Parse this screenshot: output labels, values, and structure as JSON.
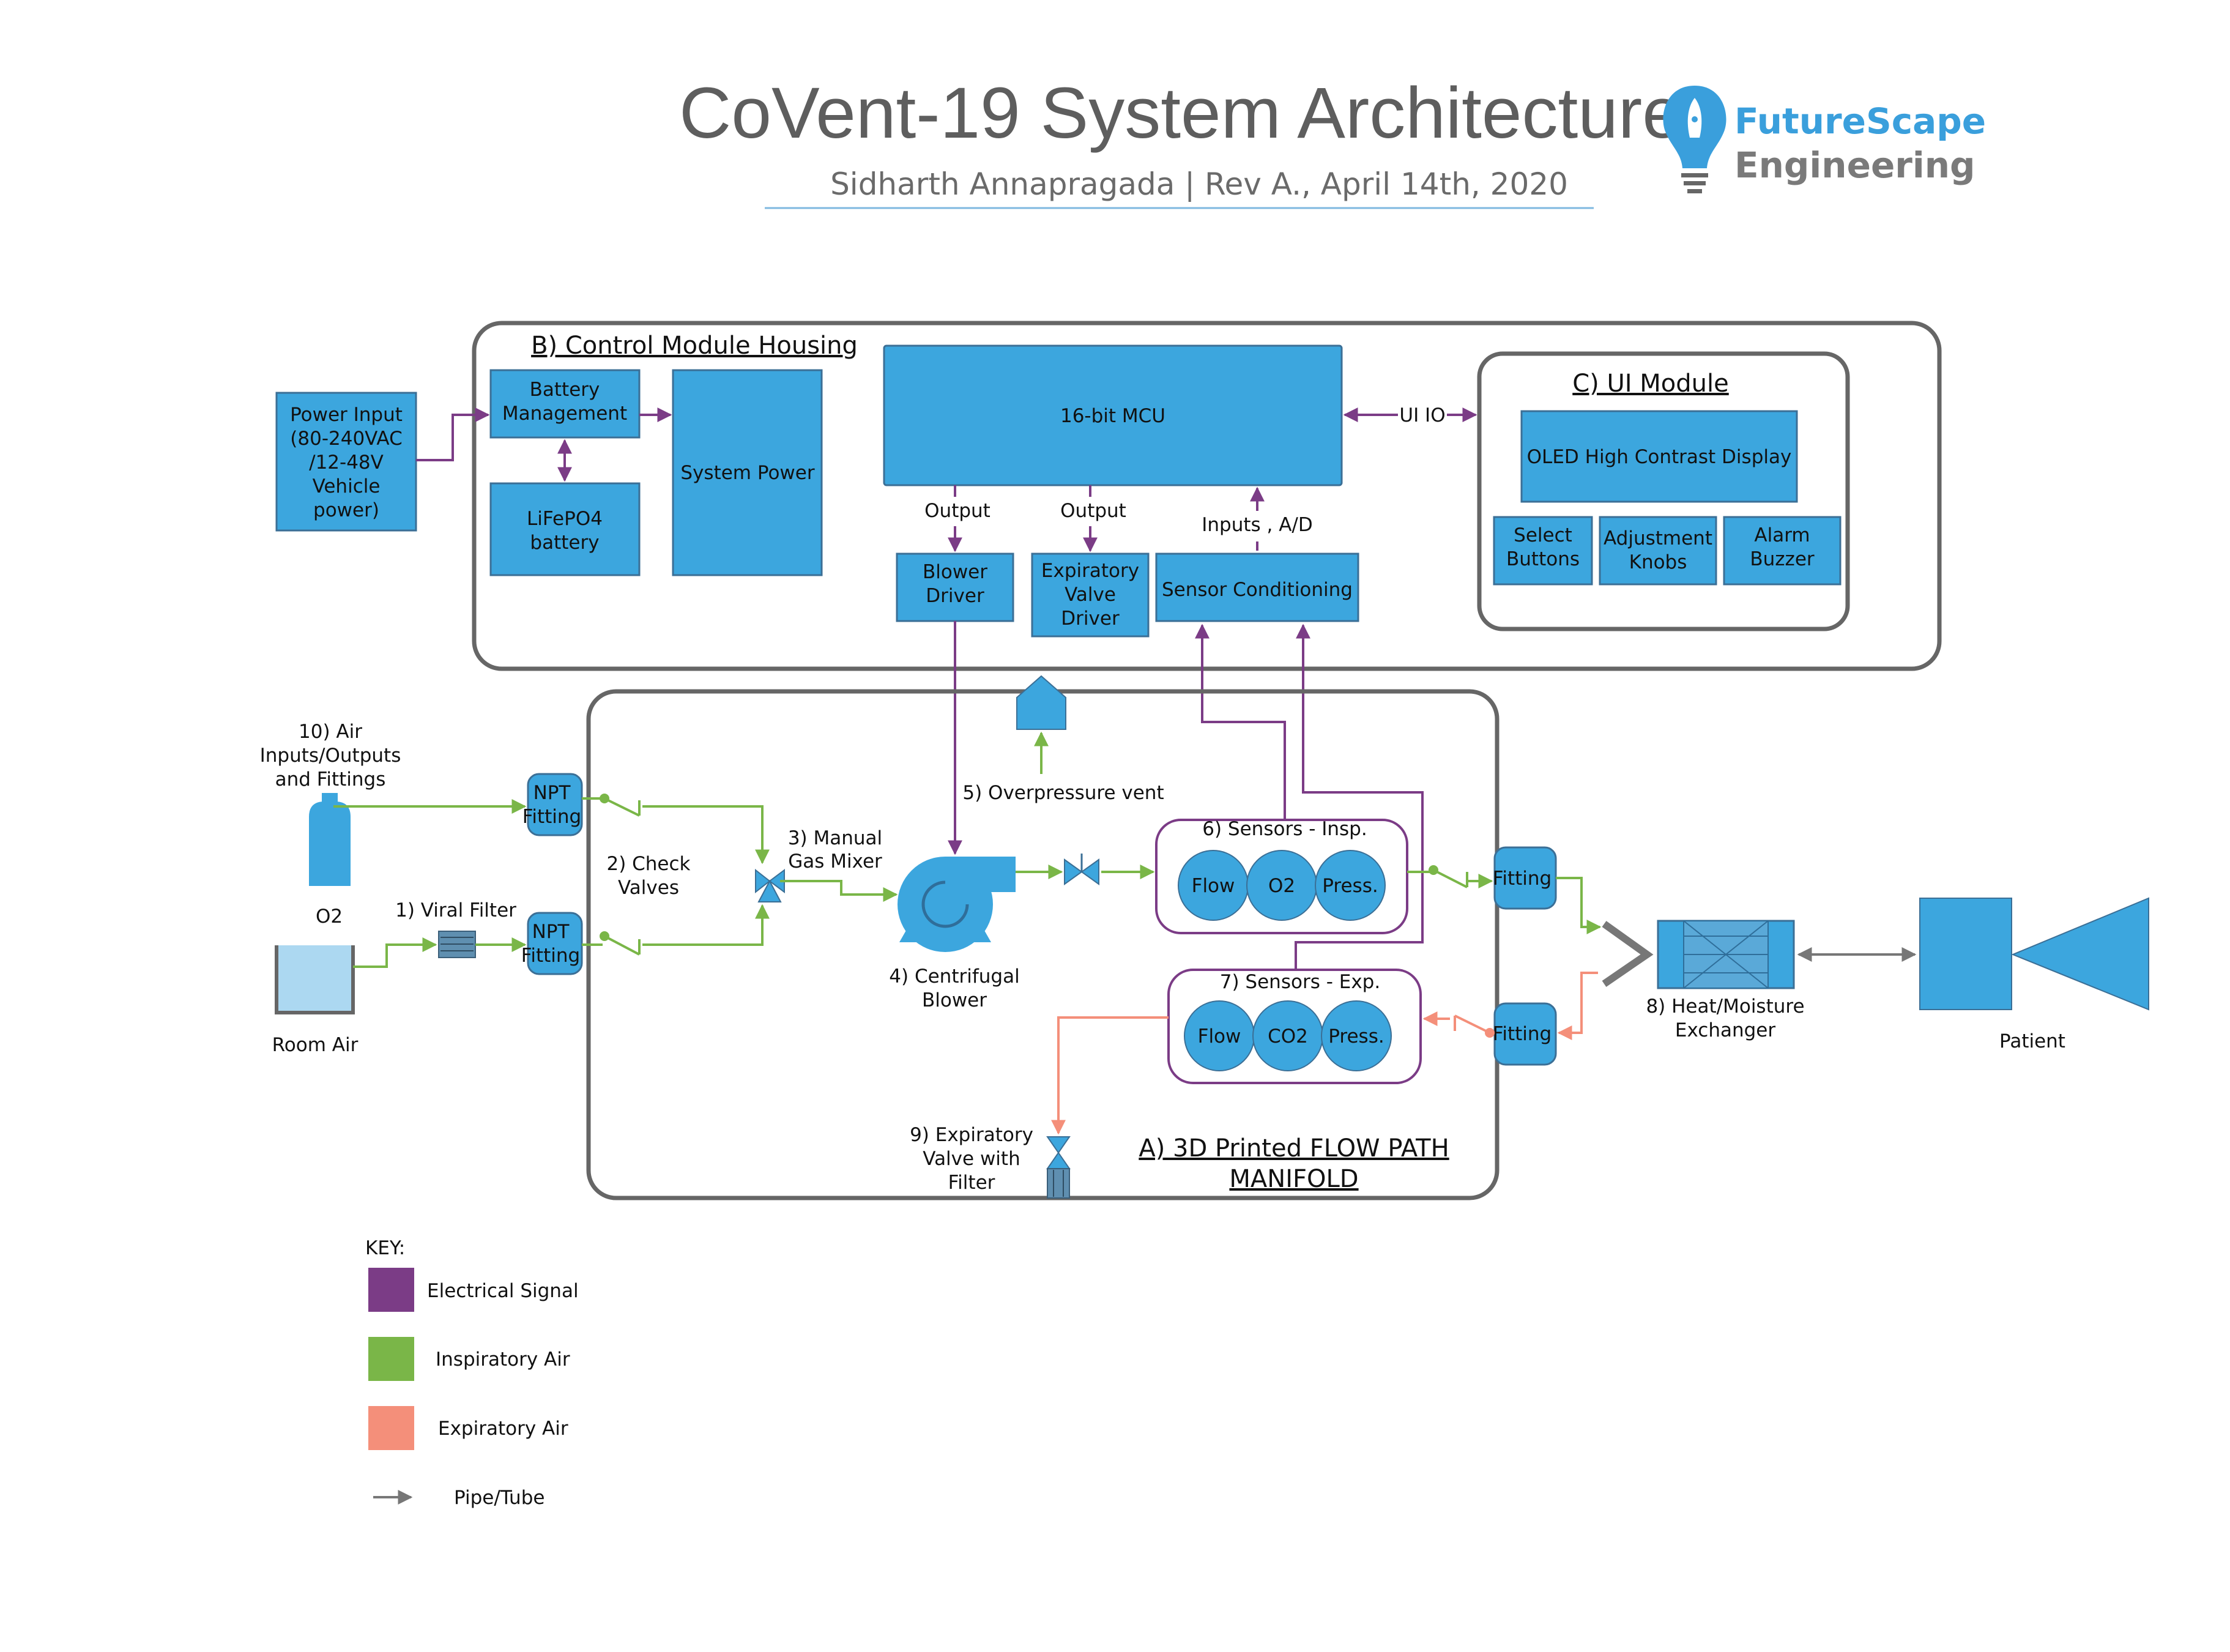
{
  "header": {
    "title": "CoVent-19 System Architecture",
    "subtitle": "Sidharth Annapragada | Rev A., April 14th, 2020",
    "brand_line1": "FutureScape",
    "brand_line2": "Engineering"
  },
  "colors": {
    "box_fill": "#3ca6de",
    "box_stroke": "#3b6f96",
    "electrical": "#7b3c86",
    "inspiratory": "#7ab648",
    "expiratory": "#f48f7a",
    "pipe": "#777777",
    "frame": "#666666",
    "accent": "#3a9fdc"
  },
  "control_module": {
    "heading": "B) Control Module Housing",
    "battery_management": [
      "Battery",
      "Management"
    ],
    "lifepo4": [
      "LiFePO4",
      "battery"
    ],
    "system_power": "System Power",
    "mcu": "16-bit MCU",
    "output_label_1": "Output",
    "output_label_2": "Output",
    "inputs_label": "Inputs , A/D",
    "blower_driver": [
      "Blower",
      "Driver"
    ],
    "expiratory_valve_driver": [
      "Expiratory",
      "Valve",
      "Driver"
    ],
    "sensor_conditioning": "Sensor Conditioning",
    "ui_io": "UI IO"
  },
  "power_input": [
    "Power Input",
    "(80-240VAC",
    "/12-48V",
    "Vehicle",
    "power)"
  ],
  "ui_module": {
    "heading": "C) UI Module",
    "display": "OLED High Contrast Display",
    "select_buttons": [
      "Select",
      "Buttons"
    ],
    "adjustment_knobs": [
      "Adjustment",
      "Knobs"
    ],
    "alarm_buzzer": [
      "Alarm",
      "Buzzer"
    ]
  },
  "manifold": {
    "heading_line1": "A) 3D Printed FLOW PATH",
    "heading_line2": "MANIFOLD",
    "air_inputs": [
      "10) Air",
      "Inputs/Outputs",
      "and Fittings"
    ],
    "o2_label": "O2",
    "room_air_label": "Room Air",
    "viral_filter": "1) Viral Filter",
    "npt_fitting": [
      "NPT",
      "Fitting"
    ],
    "check_valves": [
      "2) Check",
      "Valves"
    ],
    "manual_gas_mixer": [
      "3) Manual",
      "Gas Mixer"
    ],
    "centrifugal_blower": [
      "4) Centrifugal",
      "Blower"
    ],
    "overpressure_vent": "5) Overpressure vent",
    "sensors_insp": "6) Sensors - Insp.",
    "sensors_exp": "7) Sensors - Exp.",
    "sensor_flow": "Flow",
    "sensor_o2": "O2",
    "sensor_co2": "CO2",
    "sensor_press": "Press.",
    "fitting": "Fitting",
    "expiratory_valve": [
      "9) Expiratory",
      "Valve with",
      "Filter"
    ]
  },
  "hme": [
    "8) Heat/Moisture",
    "Exchanger"
  ],
  "patient": "Patient",
  "key": {
    "heading": "KEY:",
    "electrical": "Electrical Signal",
    "inspiratory": "Inspiratory Air",
    "expiratory": "Expiratory Air",
    "pipe": "Pipe/Tube"
  }
}
